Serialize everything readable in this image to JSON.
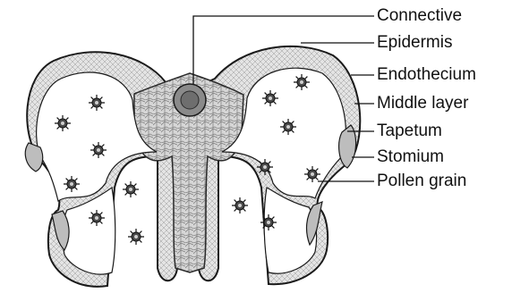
{
  "diagram": {
    "labels": {
      "connective": "Connective",
      "epidermis": "Epidermis",
      "endothecium": "Endothecium",
      "middle_layer": "Middle layer",
      "tapetum": "Tapetum",
      "stomium": "Stomium",
      "pollen_grain": "Pollen grain"
    },
    "colors": {
      "outline": "#1a1a1a",
      "tissue": "#d9d9d9",
      "connective_tissue": "#c7c7c7",
      "vascular_bundle": "#8a8a8a",
      "locule": "#ffffff",
      "pollen": "#333333"
    }
  }
}
